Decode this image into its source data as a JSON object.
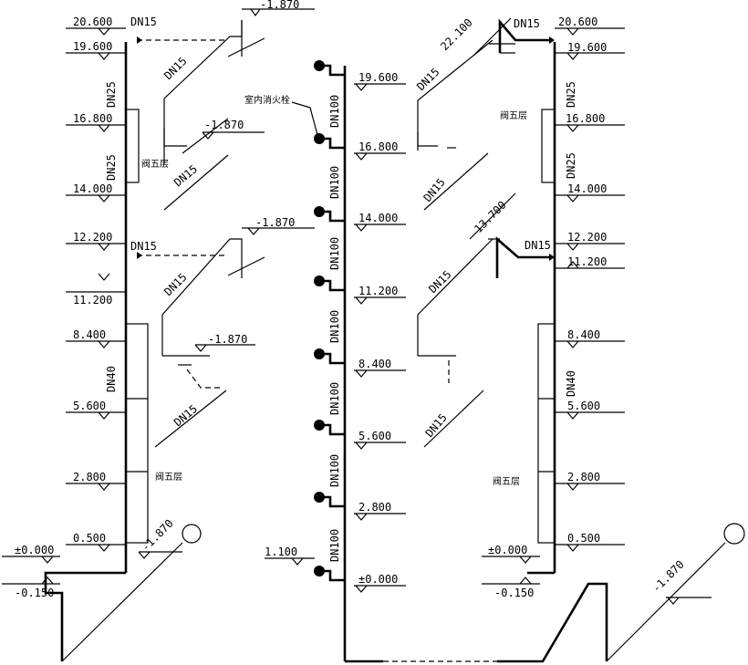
{
  "left_riser": {
    "elevations": [
      "20.600",
      "19.600",
      "16.800",
      "14.000",
      "12.200",
      "11.200",
      "8.400",
      "5.600",
      "2.800",
      "0.500",
      "±0.000",
      "-0.150"
    ],
    "pipe_labels": [
      "DN15",
      "DN25",
      "DN25",
      "DN15",
      "DN40"
    ],
    "valve_labels": [
      "阀五层",
      "阀五层"
    ],
    "branch_elevations": [
      "-1.870",
      "-1.870",
      "-1.870",
      "-1.870",
      "-1.870"
    ],
    "branch_pipes": [
      "DN15",
      "DN15",
      "DN15",
      "DN15"
    ]
  },
  "center_riser": {
    "elevations": [
      "19.600",
      "16.800",
      "14.000",
      "11.200",
      "8.400",
      "5.600",
      "2.800",
      "±0.000",
      "1.100"
    ],
    "pipe_labels": [
      "DN100",
      "DN100",
      "DN100",
      "DN100",
      "DN100",
      "DN100",
      "DN100"
    ],
    "hydrant_label": "室内消火栓"
  },
  "right_riser": {
    "elevations": [
      "20.600",
      "19.600",
      "16.800",
      "14.000",
      "12.200",
      "11.200",
      "8.400",
      "5.600",
      "2.800",
      "0.500",
      "±0.000",
      "-0.150"
    ],
    "pipe_labels": [
      "DN15",
      "DN25",
      "DN25",
      "DN15",
      "DN40"
    ],
    "valve_labels": [
      "阀五层",
      "阀五层"
    ],
    "branch_elevations": [
      "22.100",
      "13.700",
      "-1.870"
    ],
    "branch_pipes": [
      "DN15",
      "DN15",
      "DN15",
      "DN15"
    ]
  }
}
